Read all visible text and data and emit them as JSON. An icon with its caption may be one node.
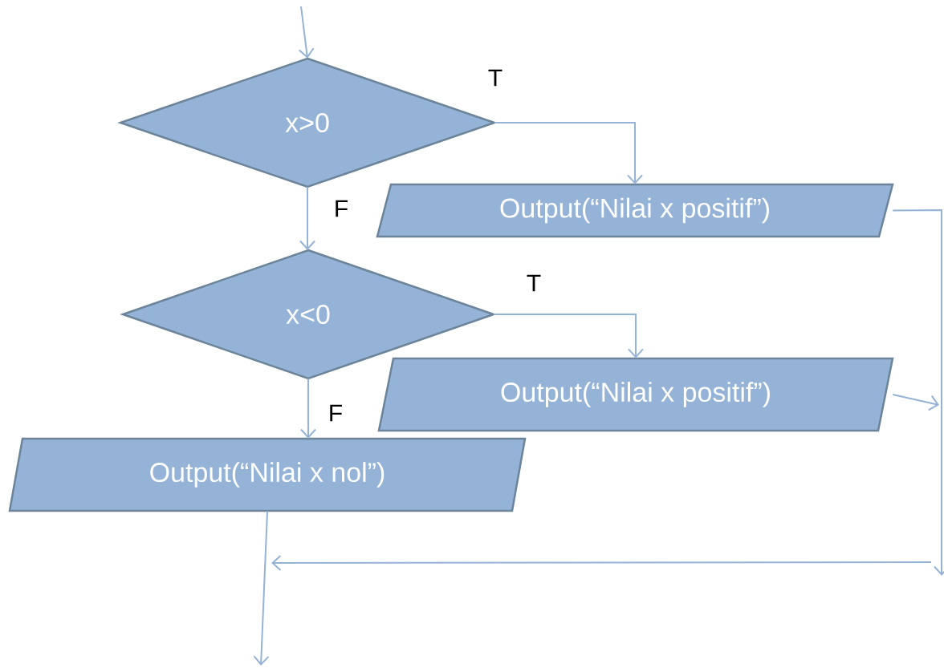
{
  "diagram": {
    "nodes": [
      {
        "text": [
          "x>0"
        ]
      },
      {
        "text": [
          "Output(“Nilai x positif”)"
        ]
      },
      {
        "text": [
          "x<0"
        ]
      },
      {
        "text": [
          "Output(“Nilai x positif”)"
        ]
      },
      {
        "text": [
          "Output(“Nilai x nol”)"
        ]
      }
    ],
    "edges": [
      {
        "from": null,
        "to": 0,
        "arrow": "to"
      },
      {
        "from": 0,
        "to": 1,
        "arrow": "to",
        "label": "T"
      },
      {
        "from": 0,
        "to": 2,
        "arrow": "to",
        "label": "F"
      },
      {
        "from": 2,
        "to": 3,
        "arrow": "to",
        "label": "T"
      },
      {
        "from": 2,
        "to": 4,
        "arrow": "to",
        "label": "F"
      },
      {
        "from": 1,
        "to": null,
        "arrow": "to"
      },
      {
        "from": 3,
        "to": null,
        "arrow": "to"
      },
      {
        "from": 4,
        "to": null,
        "arrow": "to"
      }
    ]
  }
}
